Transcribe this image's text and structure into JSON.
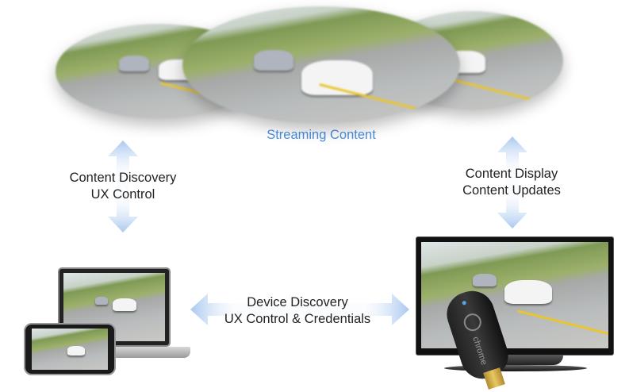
{
  "labels": {
    "streaming": "Streaming Content",
    "left_line1": "Content Discovery",
    "left_line2": "UX Control",
    "right_line1": "Content Display",
    "right_line2": "Content Updates",
    "center_line1": "Device Discovery",
    "center_line2": "UX Control & Credentials"
  },
  "dongle_brand": "chrome",
  "colors": {
    "accent": "#4a8fe0",
    "arrow": "#a9c8ef"
  }
}
